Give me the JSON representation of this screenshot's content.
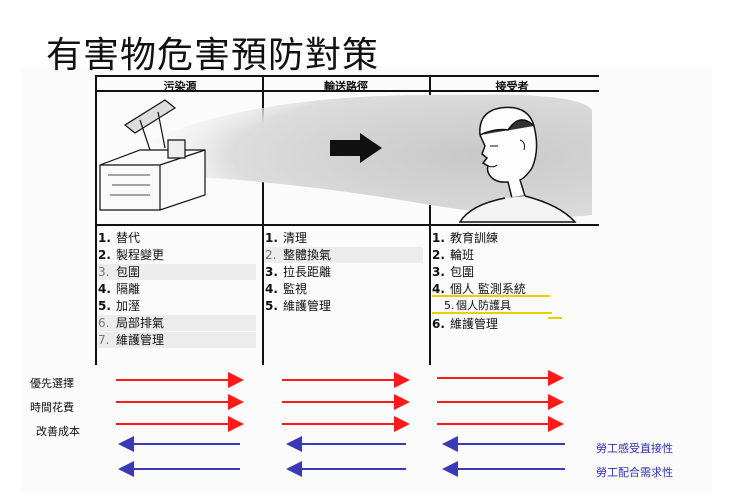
{
  "title": "有害物危害預防對策",
  "columns": {
    "source": "污染源",
    "path": "輸送路徑",
    "receiver": "接受者"
  },
  "source_items": [
    {
      "num": "1.",
      "label": "替代"
    },
    {
      "num": "2.",
      "label": "製程變更"
    },
    {
      "num": "3.",
      "label": "包圍"
    },
    {
      "num": "4.",
      "label": "隔離"
    },
    {
      "num": "5.",
      "label": "加溼"
    },
    {
      "num": "6.",
      "label": "局部排氣"
    },
    {
      "num": "7.",
      "label": "維護管理"
    }
  ],
  "path_items": [
    {
      "num": "1.",
      "label": "清理"
    },
    {
      "num": "2.",
      "label": "整體換氣"
    },
    {
      "num": "3.",
      "label": "拉長距離"
    },
    {
      "num": "4.",
      "label": "監視"
    },
    {
      "num": "5.",
      "label": "維護管理"
    }
  ],
  "receiver_items": [
    {
      "num": "1.",
      "label": "教育訓練"
    },
    {
      "num": "2.",
      "label": "輪班"
    },
    {
      "num": "3.",
      "label": "包圍"
    },
    {
      "num": "4.",
      "label": "個人 監測系統"
    },
    {
      "num": "5.",
      "label": "個人防護具"
    },
    {
      "num": "6.",
      "label": "維護管理"
    }
  ],
  "left_labels": [
    "優先選擇",
    "時間花費",
    "改善成本"
  ],
  "right_labels": [
    "勞工感受直接性",
    "勞工配合需求性"
  ],
  "colors": {
    "red_arrow": "#ff1a1a",
    "blue_arrow": "#3a3ab8",
    "underline": "#e6d200",
    "label_blue": "#3030b0"
  }
}
